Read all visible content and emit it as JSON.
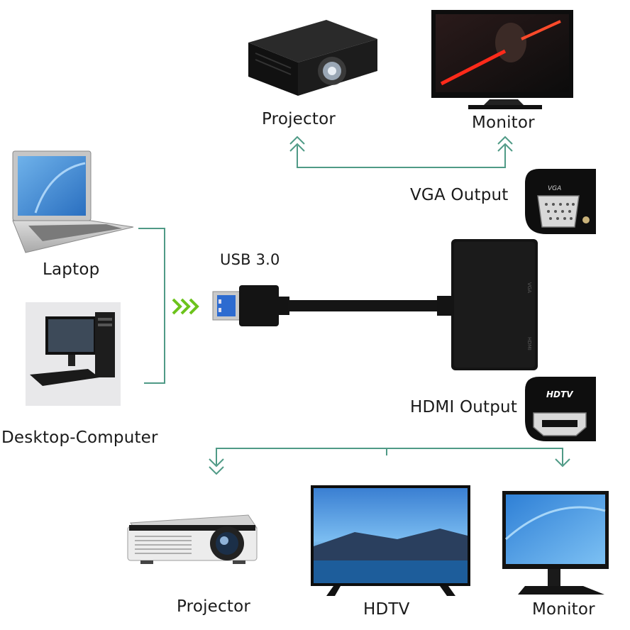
{
  "labels": {
    "projector_top": "Projector",
    "monitor_top": "Monitor",
    "vga_output": "VGA Output",
    "laptop": "Laptop",
    "usb": "USB 3.0",
    "desktop": "Desktop-Computer",
    "hdmi_output": "HDMI Output",
    "projector_bottom": "Projector",
    "hdtv": "HDTV",
    "monitor_bottom": "Monitor"
  },
  "port_text": {
    "vga_port": "VGA",
    "hdmi_port": "HDTV",
    "adapter_vga": "VGA",
    "adapter_hdmi": "HDMI"
  },
  "colors": {
    "connector_line": "#4f9a86",
    "usb_arrow": "#6cc31c",
    "device_black": "#141414"
  }
}
